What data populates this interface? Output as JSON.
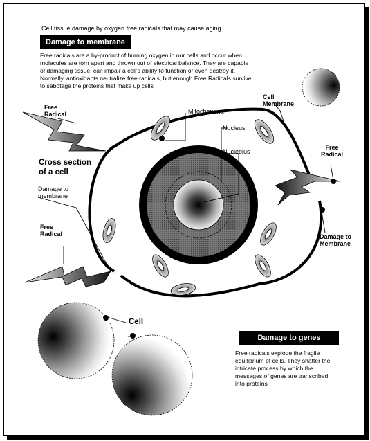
{
  "subtitle": "Cell tissue damage by oxygen free radicals that may cause aging",
  "banner_membrane": "Damage to membrane",
  "intro_lines": [
    "Free radicals are a by-product of burning oxygen in our cells and occur when",
    "molecules are torn apart and thrown out of electrical balance.  They are capable",
    "of damaging tissue, can impair a cell's ability to function or even destroy it.",
    "Normally, antioxidants neutralize free radicals, but enough Free Radicals survive",
    "to sabotage the proteins that make up cells"
  ],
  "labels": {
    "free_radical_top_left": [
      "Free",
      "Radical"
    ],
    "free_radical_right": [
      "Free",
      "Radical"
    ],
    "free_radical_bottom_left": [
      "Free",
      "Radical"
    ],
    "cell_membrane": [
      "Cell",
      "Membrane"
    ],
    "mitochondria": "Mitochondria",
    "nucleus": "Nucleus",
    "nucleolus": "Nucleolus",
    "cross_section": [
      "Cross section",
      "of a cell"
    ],
    "damage_to_membrane_left": [
      "Damage to",
      "membrane"
    ],
    "damage_to_membrane_right": [
      "Damage to",
      "Membrane"
    ],
    "cell": "Cell"
  },
  "banner_genes": "Damage to genes",
  "genes_lines": [
    "Free radicals explode the fragile",
    "equilibrium of cells.  They shatter the",
    "intricate process by which the",
    "messages of genes are transcribed",
    "into proteins"
  ]
}
